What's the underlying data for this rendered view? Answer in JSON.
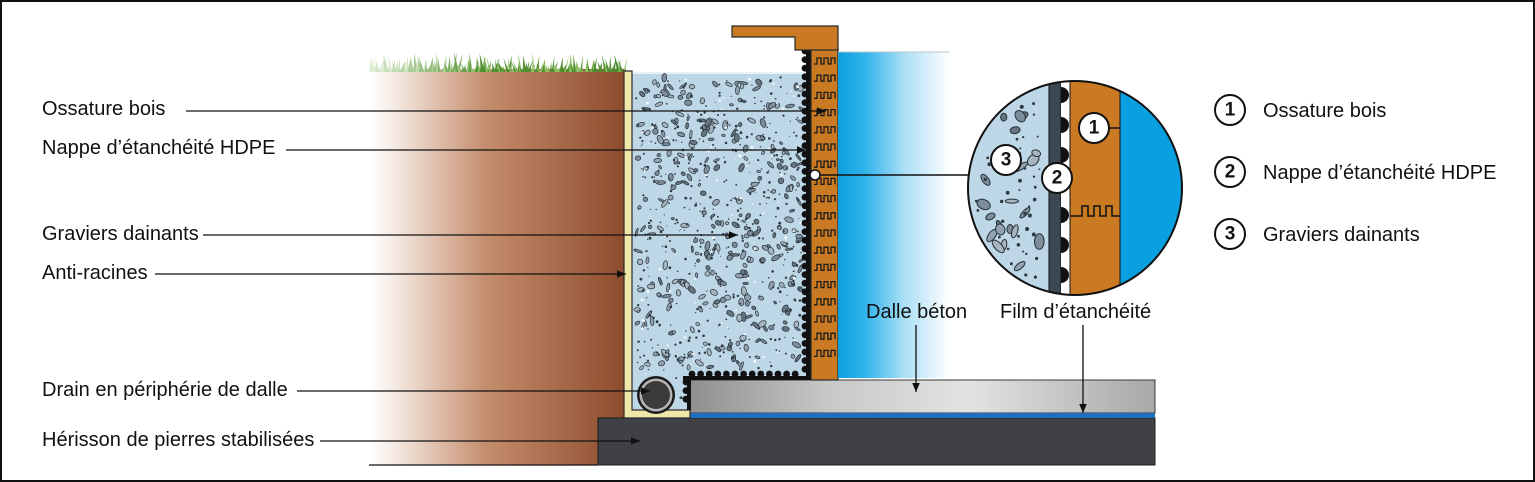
{
  "labels": {
    "ossature_bois": "Ossature bois",
    "nappe_hdpe": "Nappe d’étanchéité HDPE",
    "graviers": "Graviers dainants",
    "anti_racines": "Anti-racines",
    "drain": "Drain en périphérie de dalle",
    "herisson": "Hérisson de pierres stabilisées",
    "dalle_beton": "Dalle béton",
    "film": "Film d’étanchéité"
  },
  "callout": {
    "markers": [
      "1",
      "2",
      "3"
    ]
  },
  "legend": [
    {
      "number": "1",
      "label": "Ossature bois"
    },
    {
      "number": "2",
      "label": "Nappe d’étanchéité HDPE"
    },
    {
      "number": "3",
      "label": "Graviers dainants"
    }
  ],
  "colors": {
    "earth": "#8c4b2c",
    "grass": "#4f8f2f",
    "gravel": "#bdd7e6",
    "root_barrier": "#efe7a8",
    "membrane": "#111111",
    "wood": "#c97a22",
    "water": "#0a9fe0",
    "slab": "#c8c8c8",
    "film": "#1f6fc0",
    "stone_bed": "#3f4146"
  }
}
